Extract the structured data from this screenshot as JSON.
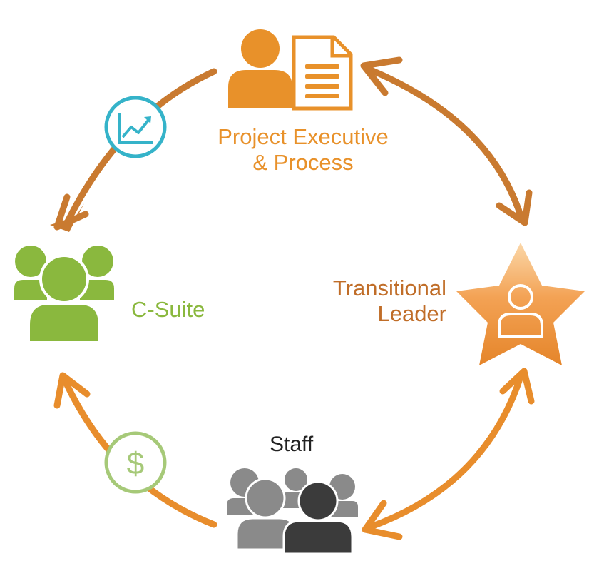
{
  "nodes": {
    "project": {
      "line1": "Project Executive",
      "line2": "& Process",
      "icon": "person-document-icon"
    },
    "transitional": {
      "line1": "Transitional",
      "line2": "Leader",
      "icon": "star-person-icon"
    },
    "csuite": {
      "label": "C-Suite",
      "icon": "group-icon"
    },
    "staff": {
      "label": "Staff",
      "icon": "crowd-icon"
    }
  },
  "badges": {
    "growth": {
      "icon": "trend-chart-icon"
    },
    "money": {
      "icon": "dollar-icon",
      "symbol": "$"
    }
  },
  "colors": {
    "orange": "#e8912a",
    "dark_orange": "#c06d28",
    "arrow_top": "#c97a30",
    "arrow_bottom": "#e88d2c",
    "green": "#8ab83e",
    "light_green": "#a6c978",
    "teal": "#35b3c9",
    "grey": "#8a8a8a",
    "dark_grey": "#3b3b3b"
  }
}
